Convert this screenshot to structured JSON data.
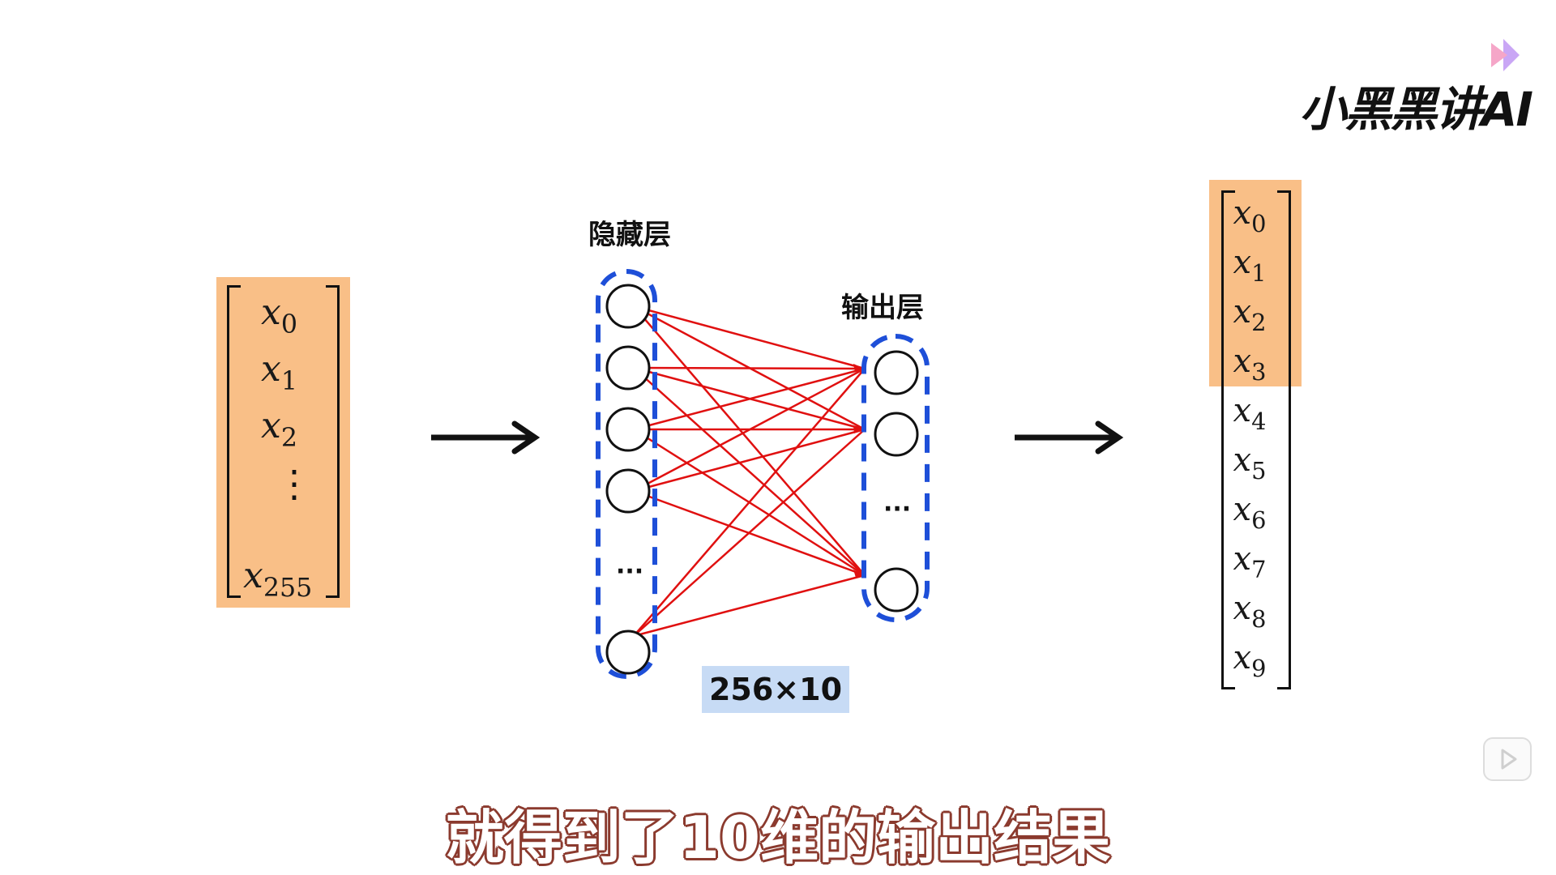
{
  "watermark": {
    "logo_text": "小黑黑讲AI"
  },
  "input_vector": {
    "entries": [
      {
        "base": "x",
        "sub": "0"
      },
      {
        "base": "x",
        "sub": "1"
      },
      {
        "base": "x",
        "sub": "2"
      },
      {
        "base": "x",
        "sub": "255"
      }
    ],
    "ellipsis": "⋮",
    "highlight_color": "#f9bf87"
  },
  "network": {
    "hidden_layer_title": "隐藏层",
    "output_layer_title": "输出层",
    "hidden_ellipsis": "···",
    "output_ellipsis": "···",
    "weight_dims": "256×10",
    "hidden_node_count_shown": 5,
    "output_node_count_shown": 3,
    "edge_color": "#e01010",
    "group_outline_color": "#1e4fd8"
  },
  "output_vector": {
    "entries": [
      {
        "base": "x",
        "sub": "0"
      },
      {
        "base": "x",
        "sub": "1"
      },
      {
        "base": "x",
        "sub": "2"
      },
      {
        "base": "x",
        "sub": "3"
      },
      {
        "base": "x",
        "sub": "4"
      },
      {
        "base": "x",
        "sub": "5"
      },
      {
        "base": "x",
        "sub": "6"
      },
      {
        "base": "x",
        "sub": "7"
      },
      {
        "base": "x",
        "sub": "8"
      },
      {
        "base": "x",
        "sub": "9"
      }
    ],
    "highlighted_count": 4,
    "highlight_color": "#f9bf87"
  },
  "subtitle": "就得到了10维的输出结果"
}
